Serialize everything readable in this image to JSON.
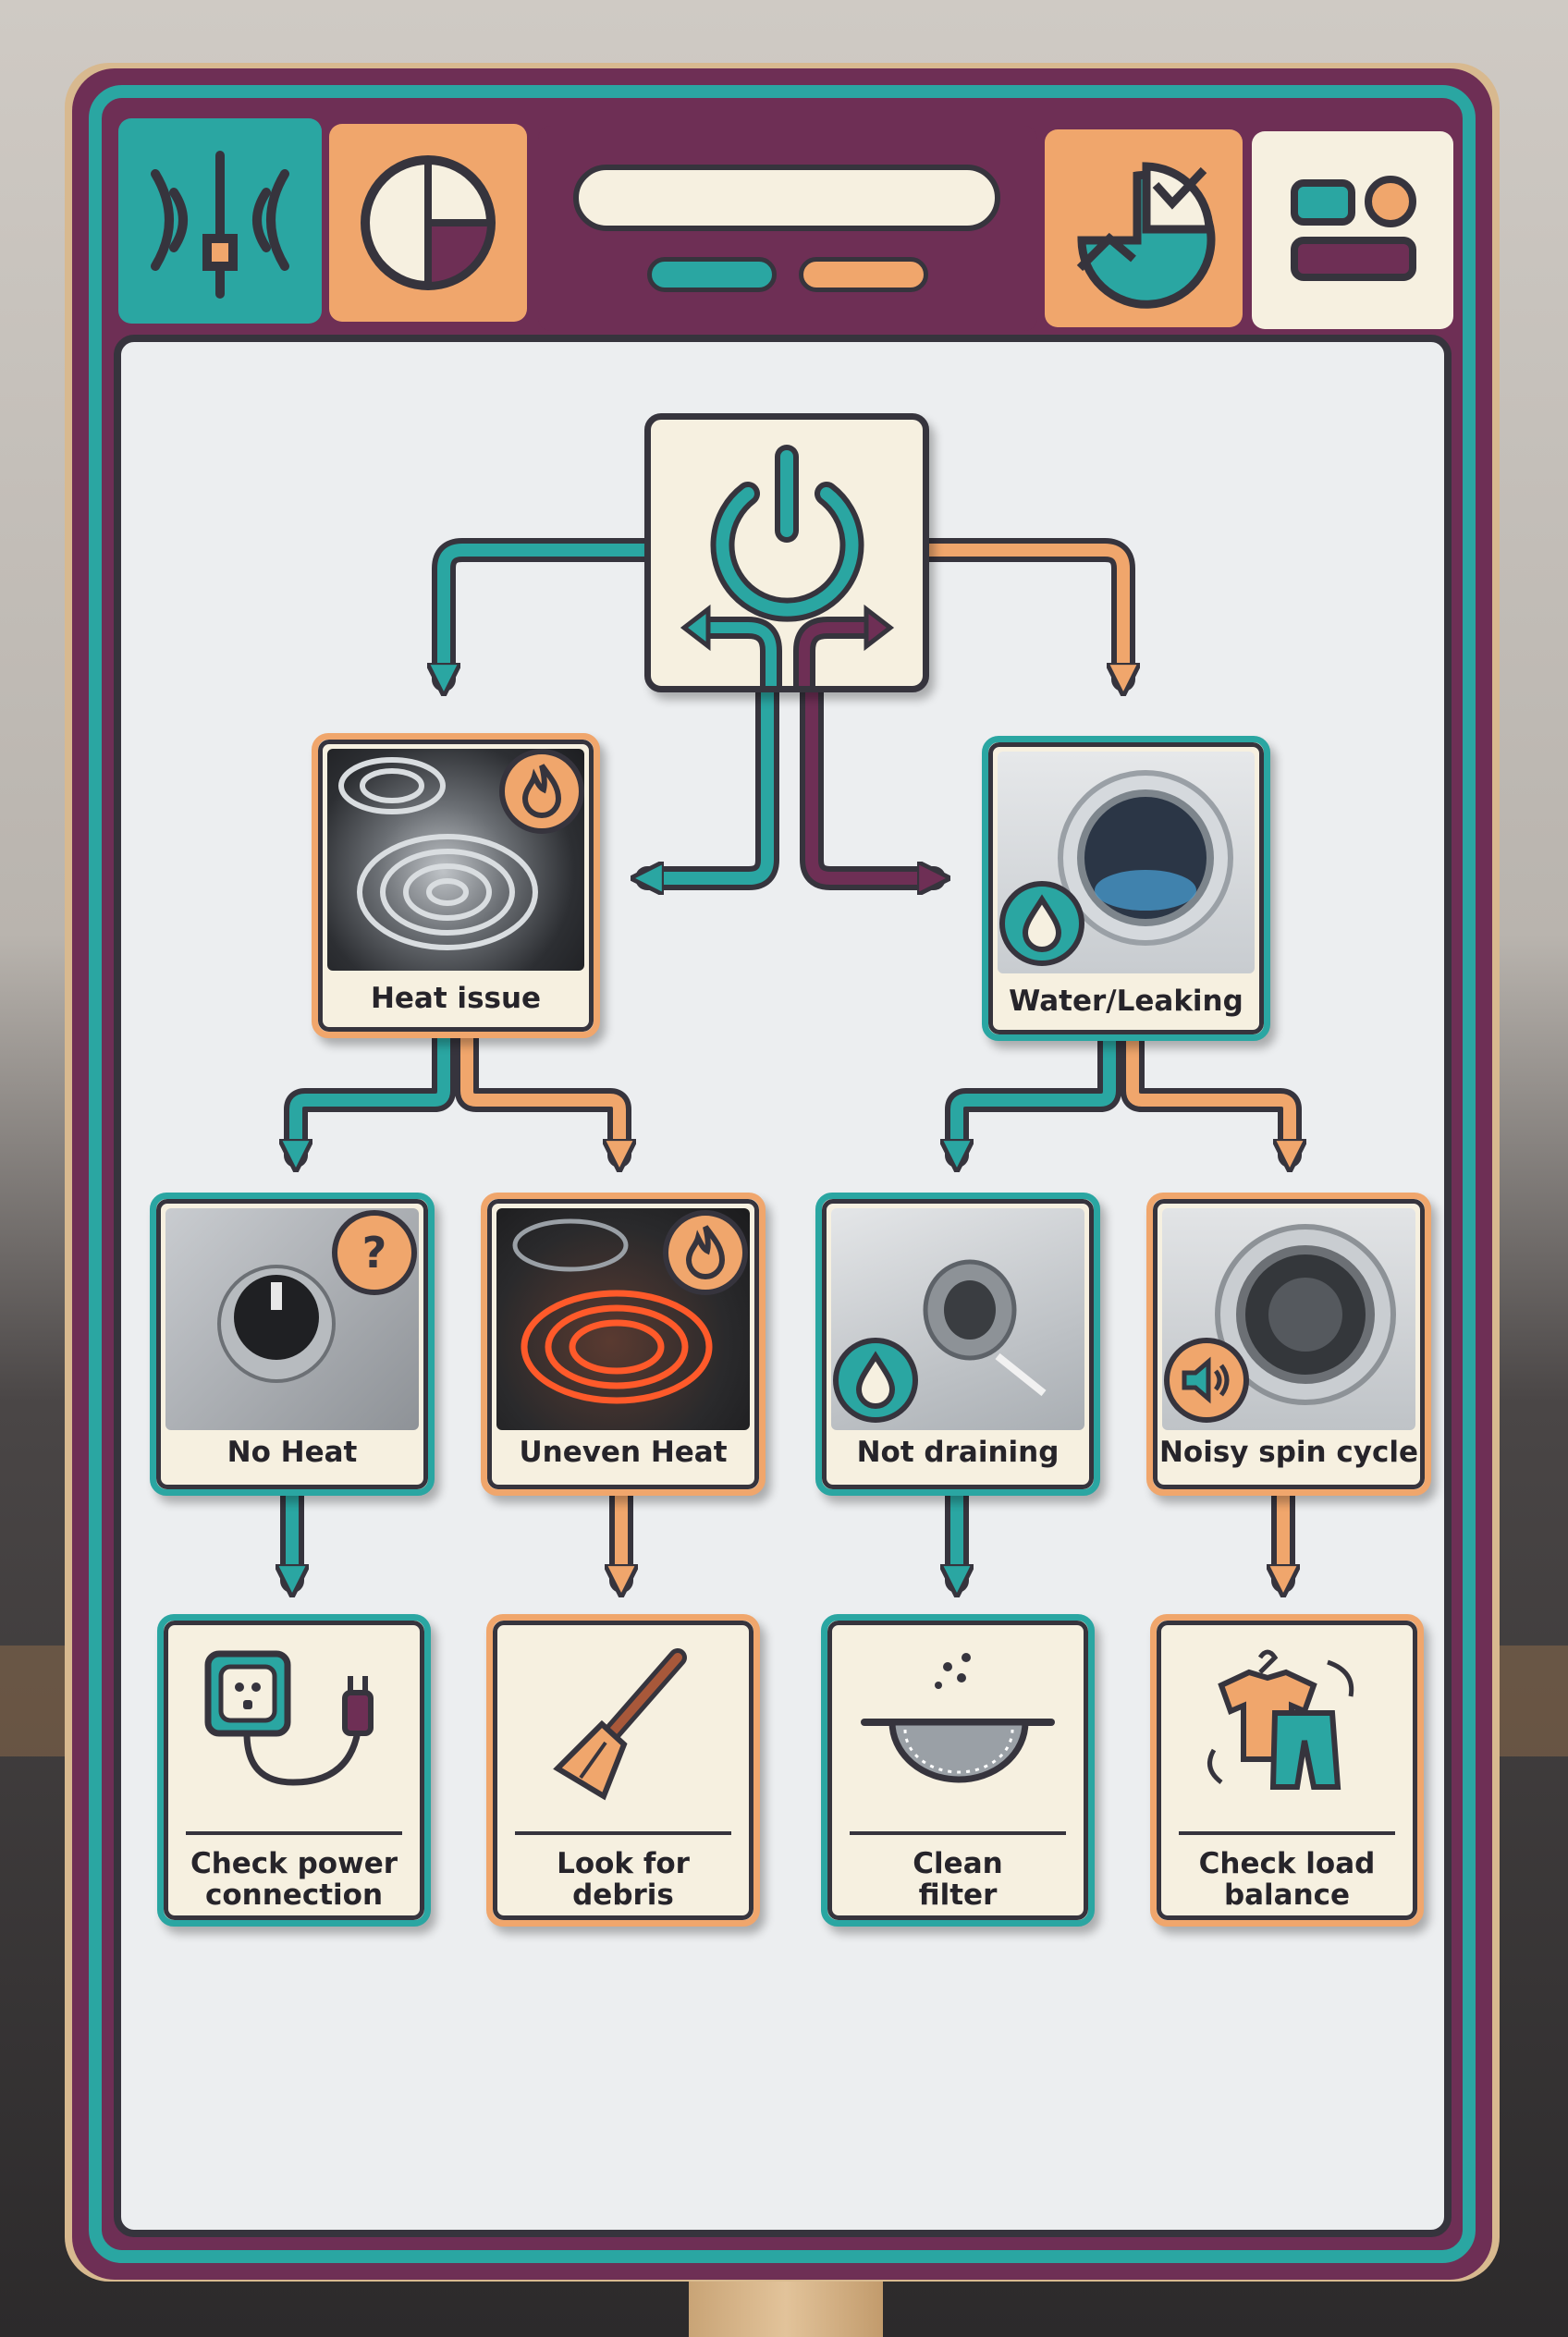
{
  "colors": {
    "teal": "#2aa6a2",
    "orange": "#f0a66c",
    "plum": "#6e2f55",
    "cream": "#f6f0e0",
    "ink": "#36343d"
  },
  "header_icons": [
    "faucet-wave-icon",
    "pie-chart-icon",
    "chart-check-icon",
    "toggle-card-icon"
  ],
  "root": {
    "icon": "power-icon"
  },
  "categories": [
    {
      "label": "Heat issue",
      "icon": "flame-icon",
      "photo": "stove-burner-photo"
    },
    {
      "label": "Water/Leaking",
      "icon": "water-drop-icon",
      "photo": "washing-machine-photo"
    }
  ],
  "problems": [
    {
      "label": "No Heat",
      "icon": "question-bubble-icon"
    },
    {
      "label": "Uneven Heat",
      "icon": "flame-icon"
    },
    {
      "label": "Not draining",
      "icon": "water-drop-icon"
    },
    {
      "label": "Noisy spin cycle",
      "icon": "speaker-icon"
    }
  ],
  "solutions": [
    {
      "line1": "Check power",
      "line2": "connection",
      "icon": "plug-outlet-icon"
    },
    {
      "line1": "Look for",
      "line2": "debris",
      "icon": "brush-icon"
    },
    {
      "line1": "Clean",
      "line2": "filter",
      "icon": "strainer-icon"
    },
    {
      "line1": "Check load",
      "line2": "balance",
      "icon": "laundry-icon"
    }
  ]
}
